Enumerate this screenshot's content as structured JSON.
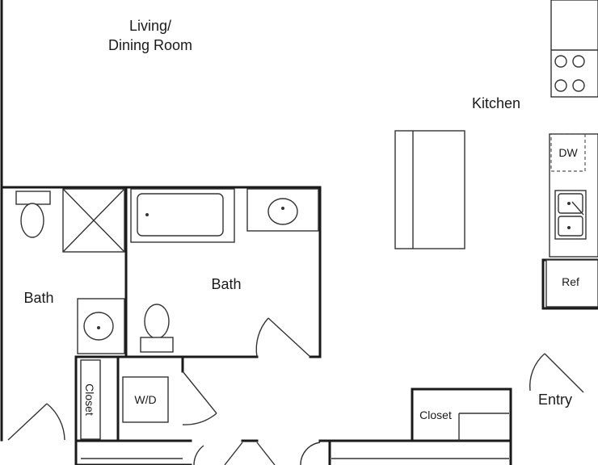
{
  "rooms": {
    "living_line1": "Living/",
    "living_line2": "Dining Room",
    "kitchen": "Kitchen",
    "bath_left": "Bath",
    "bath_center": "Bath",
    "entry": "Entry"
  },
  "fixtures": {
    "dishwasher": "DW",
    "refrigerator": "Ref",
    "washer_dryer": "W/D",
    "closet_left": "Closet",
    "closet_right": "Closet"
  }
}
